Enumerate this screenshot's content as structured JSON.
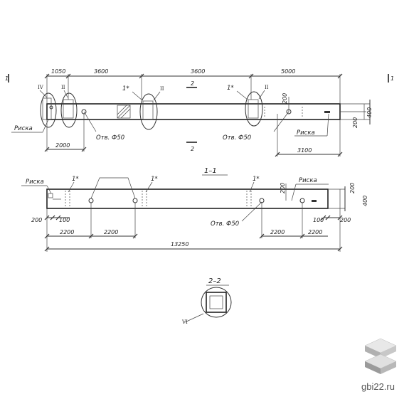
{
  "plan": {
    "dims_top": [
      "1050",
      "3600",
      "3600",
      "5000"
    ],
    "dims_bottom": [
      "2000",
      "3100"
    ],
    "dims_right": [
      "400",
      "200",
      "200"
    ],
    "marker_1": "1",
    "marker_2": "2",
    "label_ryska_left": "Риска",
    "label_ryska_right": "Риска",
    "label_hole_left": "Отв. Ф50",
    "label_hole_right": "Отв. Ф50",
    "item_1_a": "1*",
    "item_1_b": "1*",
    "roman_4": "IV",
    "roman_2_a": "II",
    "roman_2_b": "II",
    "roman_2_c": "II"
  },
  "section_1_1": {
    "title": "1–1",
    "label_ryska_left": "Риска",
    "label_ryska_right": "Риска",
    "item_1_a": "1*",
    "item_1_b": "1*",
    "item_1_c": "1*",
    "label_hole": "Отв. Ф50",
    "dims_left": [
      "200",
      "100",
      "2200",
      "2200"
    ],
    "dims_right": [
      "2200",
      "2200",
      "100",
      "200"
    ],
    "dim_vertical_mid": "200",
    "dims_right_side": [
      "200",
      "400"
    ],
    "total_length": "13250"
  },
  "section_2_2": {
    "title": "2–2",
    "roman": "VI"
  },
  "site": "gbi22.ru",
  "colors": {
    "ink": "#222222",
    "logo_top": "#e4e4e4",
    "logo_side": "#9a9a9a",
    "watermark": "#555555"
  }
}
